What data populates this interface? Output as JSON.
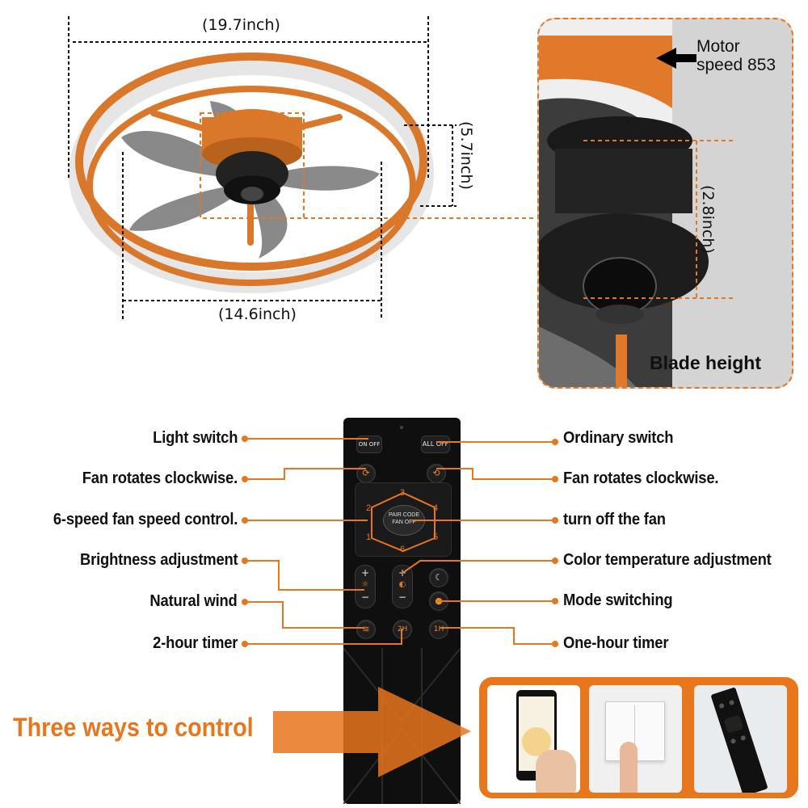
{
  "dimensions": {
    "overall_diameter": "(19.7inch)",
    "inner_blade_span": "(14.6inch)",
    "body_height": "(5.7inch)",
    "blade_height": "(2.8inch)"
  },
  "inset": {
    "motor_label": "Motor speed 853",
    "blade_label": "Blade height"
  },
  "remote": {
    "btn_on_off": "ON OFF",
    "btn_all_off": "ALL OFF",
    "btn_pair_code": "PAIR CODE",
    "btn_fan_off": "FAN OFF",
    "speeds": [
      "1",
      "2",
      "3",
      "4",
      "5",
      "6"
    ],
    "btn_plus": "+",
    "btn_minus": "−",
    "btn_2h": "2H",
    "btn_1h": "1H"
  },
  "callouts_left": [
    "Light switch",
    "Fan rotates clockwise.",
    "6-speed fan speed control.",
    "Brightness adjustment",
    "Natural wind",
    "2-hour timer"
  ],
  "callouts_right": [
    "Ordinary switch",
    "Fan rotates clockwise.",
    "turn off the fan",
    "Color temperature adjustment",
    "Mode switching",
    "One-hour timer"
  ],
  "banner": "Three ways to control",
  "colors": {
    "accent": "#e8761c",
    "ring": "#d9782a",
    "remote_body": "#0f0f0f",
    "blade": "#7d7d7d",
    "inset_bg": "#d4d4d4"
  }
}
